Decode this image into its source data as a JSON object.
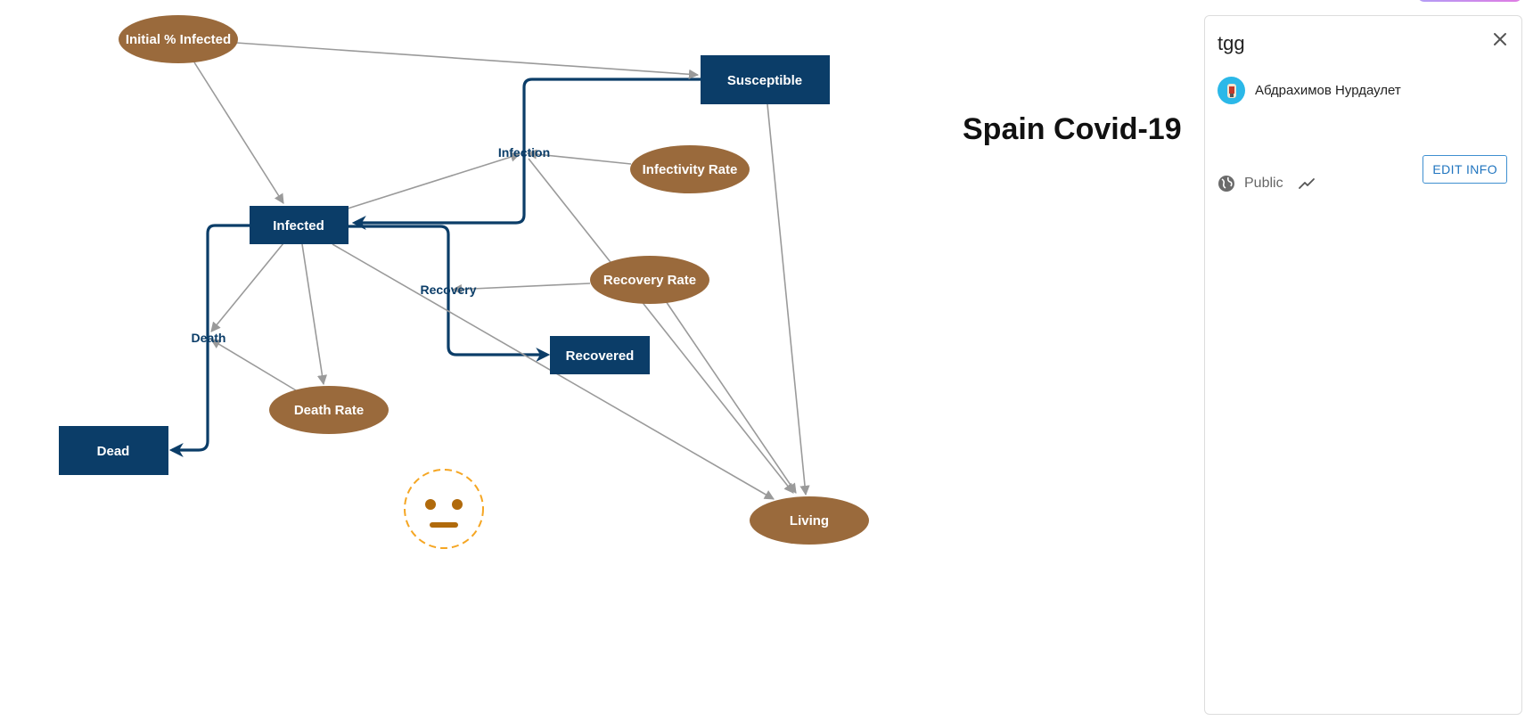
{
  "title": "Spain Covid-19",
  "panel": {
    "title": "tgg",
    "owner_name": "Абдрахимов Нурдаулет",
    "visibility": "Public",
    "edit_button": "EDIT INFO",
    "icons": {
      "close": "close-icon",
      "avatar": "avatar-icon",
      "globe": "globe-icon",
      "trend": "trend-icon"
    }
  },
  "diagram": {
    "stocks": {
      "susceptible": "Susceptible",
      "infected": "Infected",
      "recovered": "Recovered",
      "dead": "Dead"
    },
    "variables": {
      "initial_infected": "Initial % Infected",
      "infectivity_rate": "Infectivity Rate",
      "recovery_rate": "Recovery Rate",
      "death_rate": "Death Rate",
      "living": "Living"
    },
    "flows": {
      "infection": "Infection",
      "recovery": "Recovery",
      "death": "Death"
    },
    "colors": {
      "stock": "#0b3d68",
      "variable": "#9a6a3c",
      "link": "#9a9a9a",
      "flow": "#0b3d68",
      "face": "#f5a623"
    }
  }
}
